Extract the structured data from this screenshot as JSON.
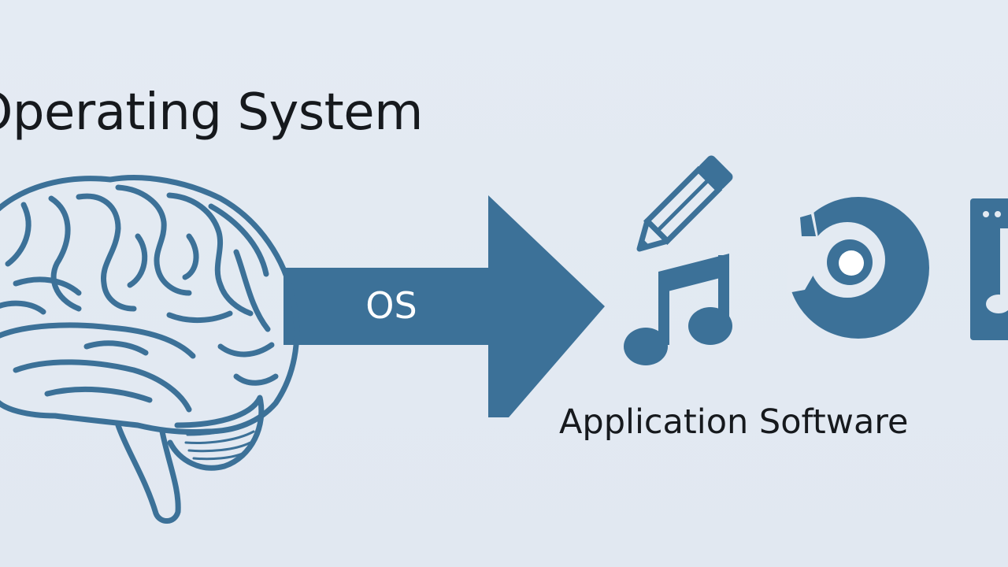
{
  "diagram": {
    "title": "Operating System",
    "arrow_label": "OS",
    "caption": "Application Software",
    "icons": [
      "brain-icon",
      "pencil-icon",
      "music-note-icon",
      "disc-icon",
      "media-player-icon"
    ]
  },
  "colors": {
    "background": "#e3eaf2",
    "accent": "#3c7198",
    "text": "#16191d"
  }
}
